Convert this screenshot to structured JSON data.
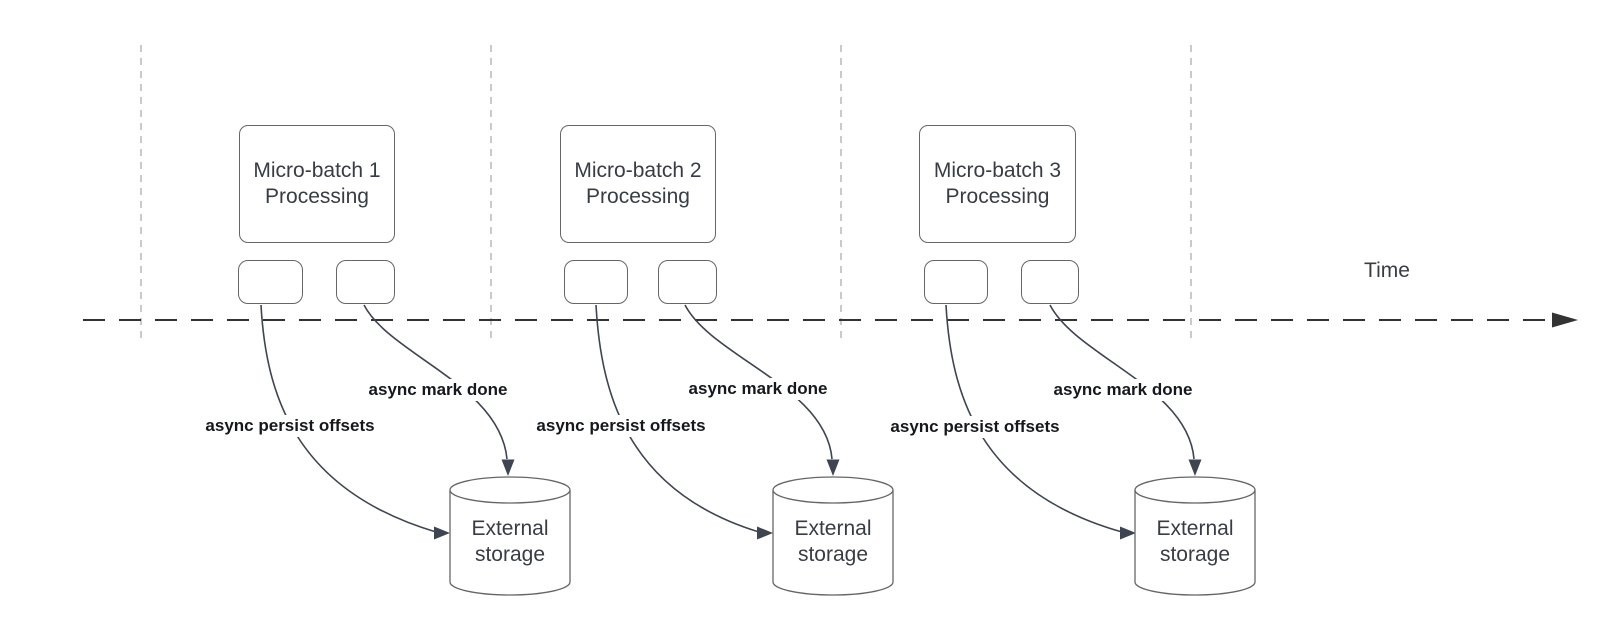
{
  "colors": {
    "background": "#ffffff",
    "gridline": "#b3b3b3",
    "timeline": "#333333",
    "arrow": "#3e4450",
    "shape_border": "#666666",
    "shape_text": "#383d45",
    "label_text": "#15181d"
  },
  "axis": {
    "label": "Time"
  },
  "groups": [
    {
      "box_line1": "Micro-batch 1",
      "box_line2": "Processing",
      "persist_label": "async persist offsets",
      "markdone_label": "async mark done",
      "storage_line1": "External",
      "storage_line2": "storage"
    },
    {
      "box_line1": "Micro-batch 2",
      "box_line2": "Processing",
      "persist_label": "async persist offsets",
      "markdone_label": "async mark done",
      "storage_line1": "External",
      "storage_line2": "storage"
    },
    {
      "box_line1": "Micro-batch 3",
      "box_line2": "Processing",
      "persist_label": "async persist offsets",
      "markdone_label": "async mark done",
      "storage_line1": "External",
      "storage_line2": "storage"
    }
  ]
}
